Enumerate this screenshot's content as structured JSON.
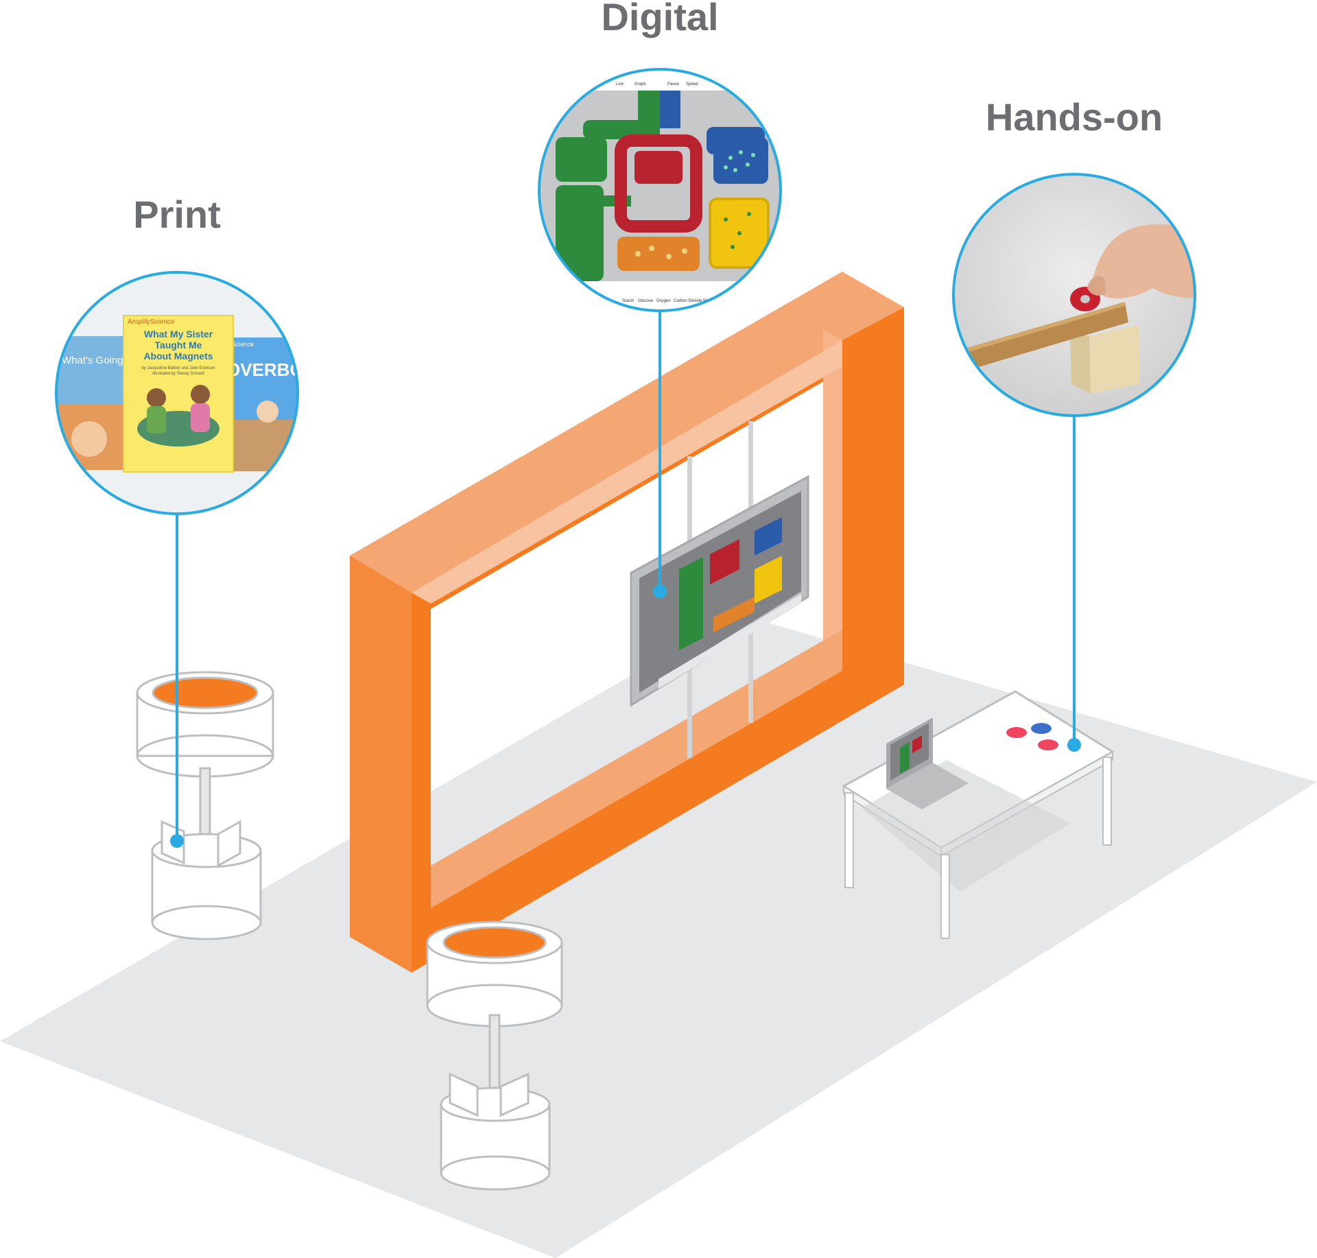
{
  "labels": {
    "print": "Print",
    "digital": "Digital",
    "hands_on": "Hands-on"
  },
  "print_books": {
    "brand": "AmplifyScience",
    "left_title": "What's Going On With the Weather?",
    "center_title": "What My Sister Taught Me About Magnets",
    "center_credit": "by Jacqueline Barber and Jake Erickson",
    "center_illustrator": "illustrated by Stacey Schuett",
    "right_title": "OVERBOARD!",
    "right_brand": "Science"
  },
  "digital_sim": {
    "toolbar": [
      "Live",
      "Graph",
      "Pause",
      "Speed"
    ],
    "legend": [
      "Starch",
      "Glucose",
      "Oxygen",
      "Carbon Dioxide",
      "Water"
    ]
  },
  "colors": {
    "accent_line": "#29abe2",
    "frame_orange": "#f47b20",
    "label_gray": "#6d6e71",
    "floor": "#e6e7e8"
  }
}
